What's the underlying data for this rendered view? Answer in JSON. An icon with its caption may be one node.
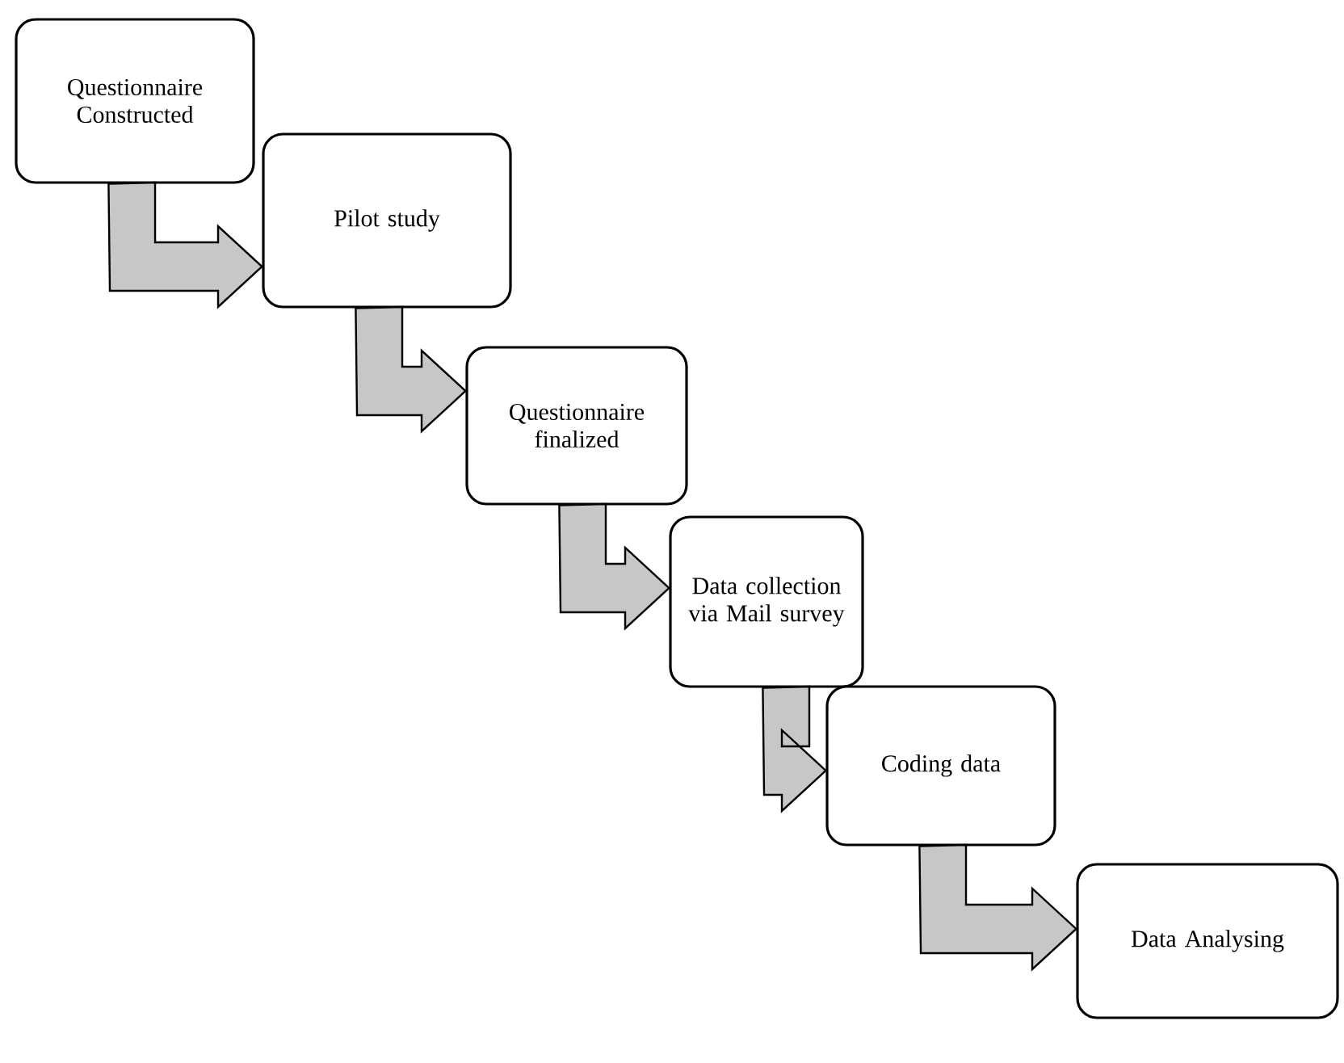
{
  "diagram": {
    "nodes": [
      {
        "text": [
          "Questionnaire Constructed"
        ]
      },
      {
        "text": [
          "Pilot study"
        ]
      },
      {
        "text": [
          "Questionnaire finalized"
        ]
      },
      {
        "text": [
          "Data collection via Mail survey"
        ]
      },
      {
        "text": [
          "Coding data"
        ]
      },
      {
        "text": [
          "Data Analysing"
        ]
      }
    ],
    "edges": [
      {
        "from": 0,
        "to": 1,
        "arrow": "to"
      },
      {
        "from": 1,
        "to": 2,
        "arrow": "to"
      },
      {
        "from": 2,
        "to": 3,
        "arrow": "to"
      },
      {
        "from": 3,
        "to": 4,
        "arrow": "to"
      },
      {
        "from": 4,
        "to": 5,
        "arrow": "to"
      }
    ]
  }
}
